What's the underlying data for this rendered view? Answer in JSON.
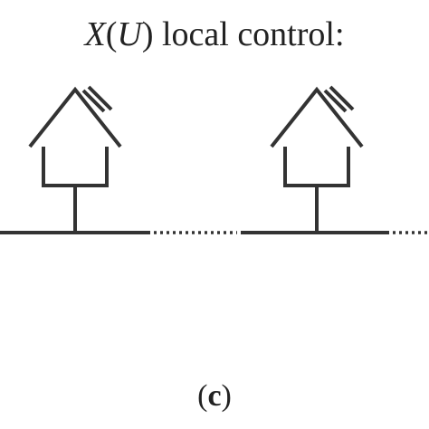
{
  "title": {
    "x_symbol": "X",
    "open_paren": "(",
    "u_symbol": "U",
    "close_rest": ") local control:"
  },
  "caption": {
    "open": "(",
    "letter": "c",
    "close": ")"
  },
  "colors": {
    "stroke": "#333333",
    "text": "#222222"
  },
  "icons": [
    "house-icon",
    "house-icon"
  ]
}
